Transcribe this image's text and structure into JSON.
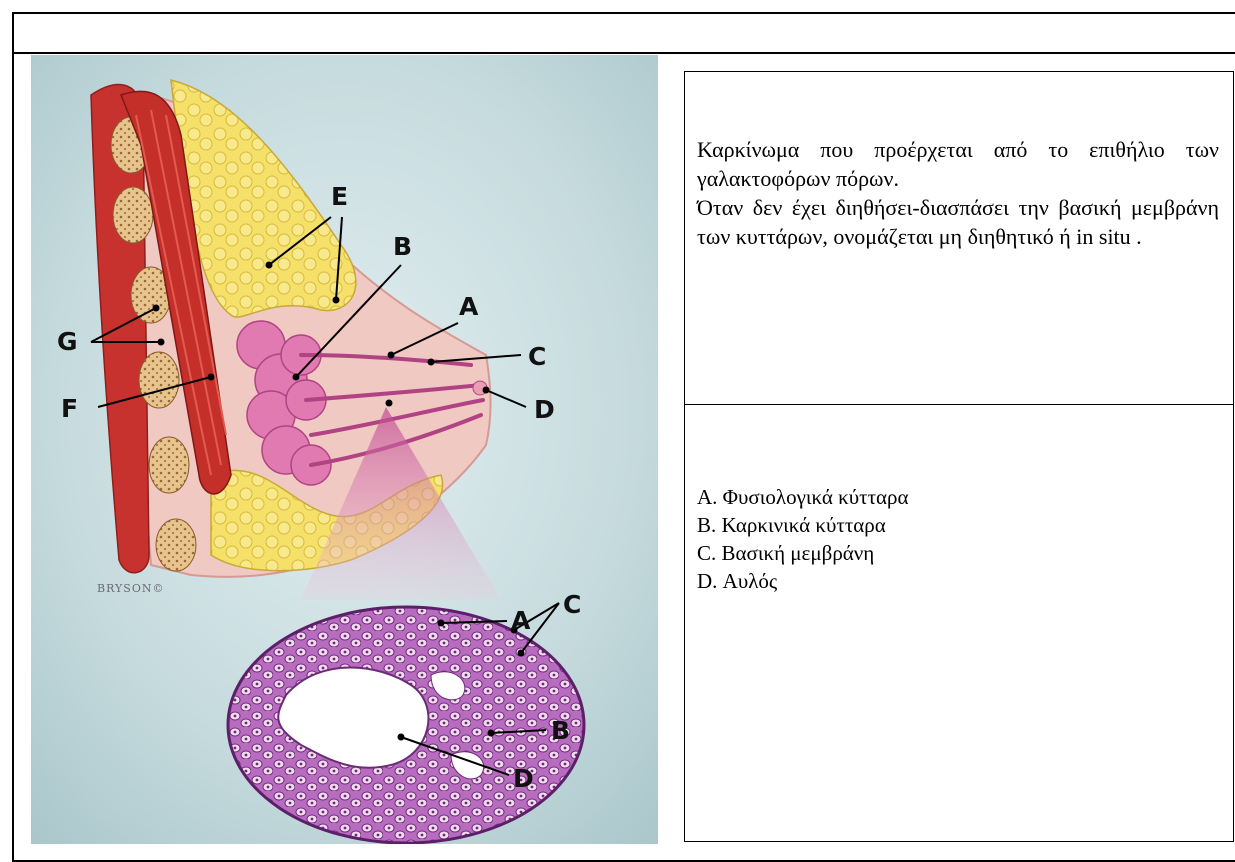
{
  "description": {
    "line1": "Καρκίνωμα που προέρχεται από το επιθήλιο των γαλακτοφόρων πόρων.",
    "line2": "Όταν δεν έχει διηθήσει-διασπάσει την βασική μεμβράνη των κυττάρων, ονομάζεται μη διηθητικό ή   in situ ."
  },
  "legend": [
    "A. Φυσιολογικά κύτταρα",
    "B. Καρκινικά κύτταρα",
    "C. Βασική μεμβράνη",
    "D. Αυλός"
  ],
  "figure": {
    "credit": "BRYSON©",
    "labels": {
      "E": "E",
      "B": "B",
      "A": "A",
      "G": "G",
      "C": "C",
      "F": "F",
      "D": "D",
      "A2": "A",
      "C2": "C",
      "B2": "B",
      "D2": "D"
    }
  },
  "colors": {
    "background": "#c9dde0",
    "fat": "#f3df62",
    "muscle": "#c9302c",
    "lobule": "#e07ab0",
    "tissue": "#f1c9c3",
    "cells": "#9b3f9f"
  }
}
